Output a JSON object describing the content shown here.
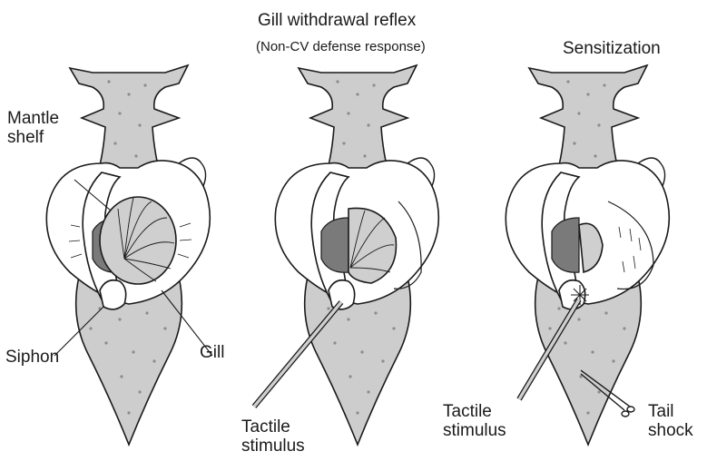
{
  "titles": {
    "main": "Gill withdrawal reflex",
    "sub": "(Non-CV defense response)",
    "right": "Sensitization"
  },
  "labels": {
    "mantle_shelf": "Mantle\nshelf",
    "siphon": "Siphon",
    "gill": "Gill",
    "tactile_stimulus_middle": "Tactile\nstimulus",
    "tactile_stimulus_right": "Tactile\nstimulus",
    "tail_shock": "Tail\nshock"
  },
  "colors": {
    "body_fill": "#cdcdcd",
    "outline": "#1a1a1a",
    "dots": "#8c8c8c",
    "mantle_fill": "#ffffff",
    "gill_fill": "#cfcfcf",
    "cavity_fill": "#7a7a7a"
  },
  "panels": [
    {
      "name": "panel-resting",
      "state": "gill-extended",
      "stimulus": "none"
    },
    {
      "name": "panel-withdrawal",
      "state": "gill-withdrawn",
      "stimulus": "tactile"
    },
    {
      "name": "panel-sensitization",
      "state": "gill-strongly-withdrawn",
      "stimulus": "tactile+tail-shock"
    }
  ]
}
